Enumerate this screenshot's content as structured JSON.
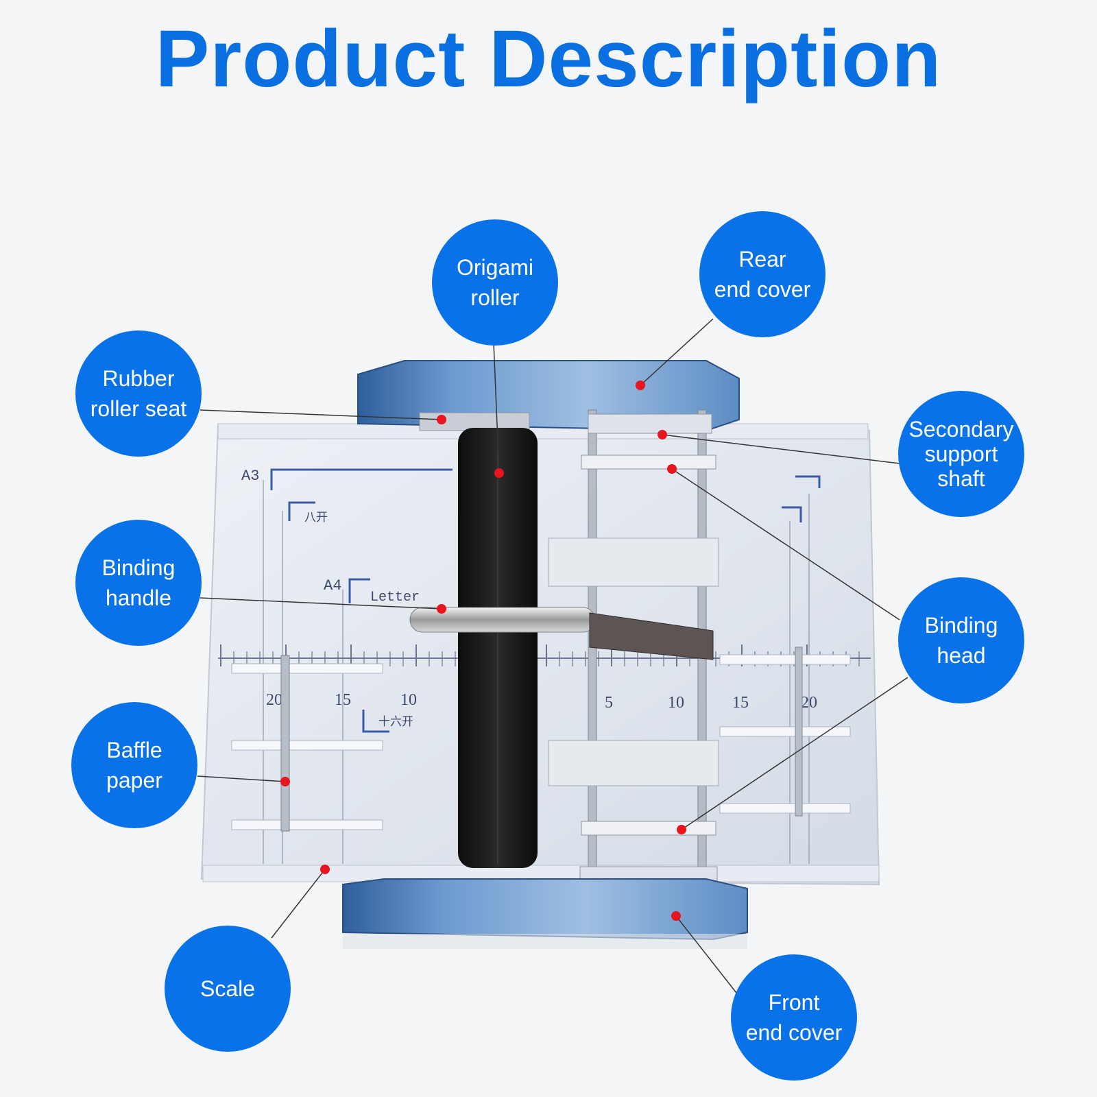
{
  "page_title": "Product Description",
  "accent_color": "#0a72e8",
  "marker_color": "#e8141e",
  "callouts": {
    "origami_roller": "Origami\nroller",
    "rear_end_cover": "Rear\nend cover",
    "rubber_roller_seat": "Rubber\nroller seat",
    "secondary_support_shaft": "Secondary\nsupport\nshaft",
    "binding_handle": "Binding\nhandle",
    "binding_head": "Binding\nhead",
    "baffle_paper": "Baffle\npaper",
    "scale": "Scale",
    "front_end_cover": "Front\nend cover"
  },
  "machine_markings": {
    "a3": "A3",
    "a4": "A4",
    "letter": "Letter",
    "eighth_sheet": "八开",
    "sixteenth_sheet": "十六开",
    "left_ticks": [
      "20",
      "15",
      "10"
    ],
    "right_ticks": [
      "5",
      "10",
      "15",
      "20"
    ]
  }
}
